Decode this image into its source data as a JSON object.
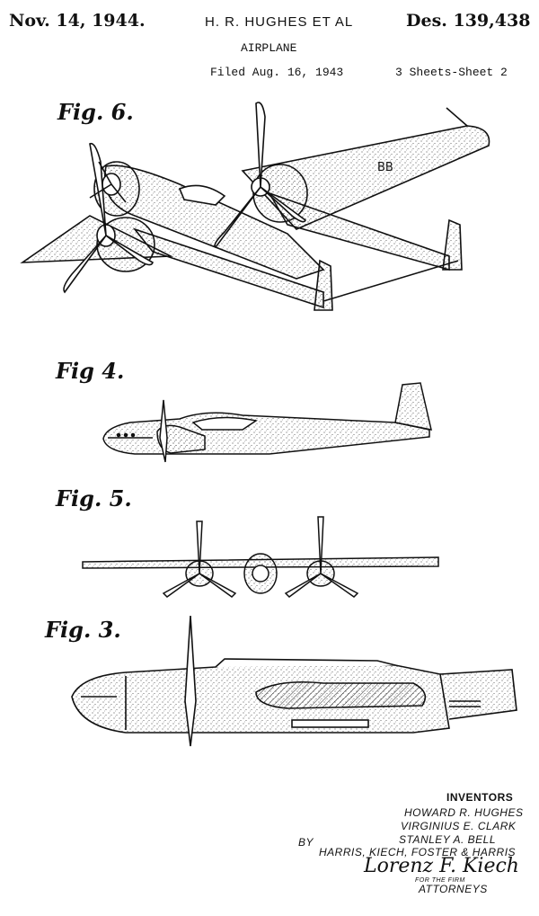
{
  "header": {
    "date": "Nov. 14, 1944.",
    "inventors_short": "H. R. HUGHES ET AL",
    "patent_number": "Des. 139,438",
    "title": "AIRPLANE",
    "filed": "Filed Aug. 16, 1943",
    "sheets": "3 Sheets-Sheet 2"
  },
  "figures": {
    "fig6": "Fig. 6.",
    "fig4": "Fig 4.",
    "fig5": "Fig. 5.",
    "fig3": "Fig. 3."
  },
  "inventors": {
    "heading": "INVENTORS",
    "names": [
      "HOWARD R. HUGHES",
      "VIRGINIUS E. CLARK",
      "STANLEY A. BELL"
    ],
    "by": "BY",
    "firm": "HARRIS, KIECH, FOSTER & HARRIS",
    "signature": "Lorenz F. Kiech",
    "for_firm": "FOR THE FIRM",
    "attorneys": "ATTORNEYS"
  }
}
